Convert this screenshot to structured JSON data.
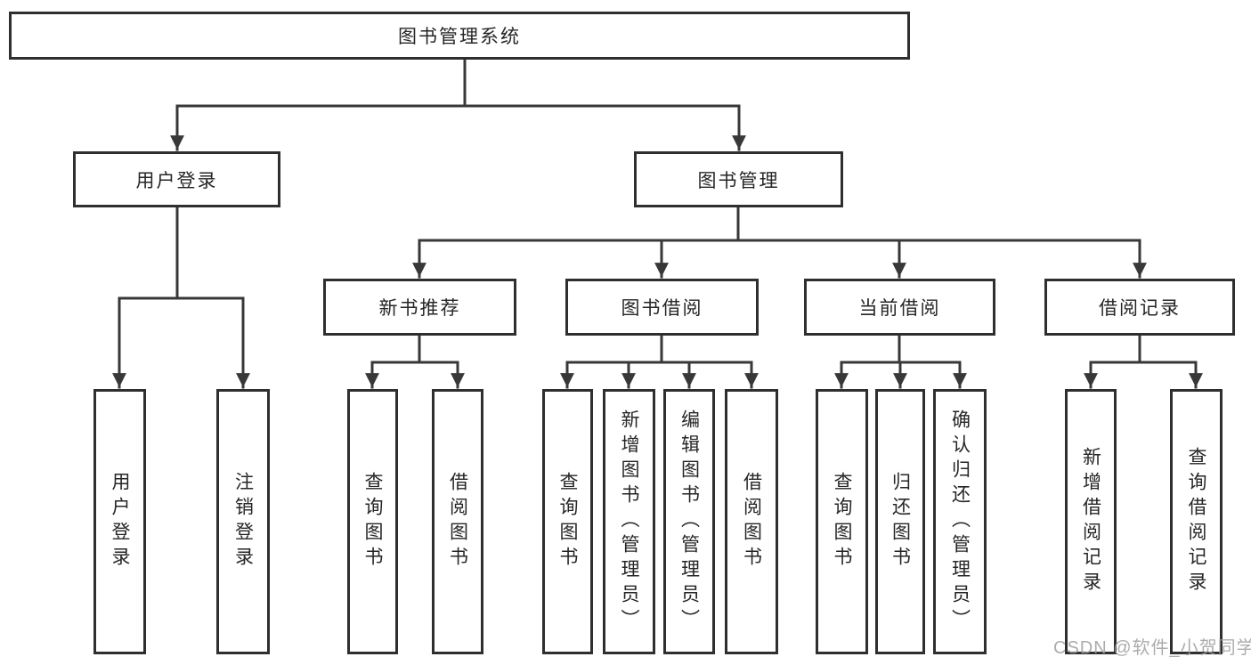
{
  "diagram": {
    "type": "tree",
    "tree": {
      "label": "图书管理系统",
      "children": [
        {
          "label": "用户登录",
          "children": [
            {
              "label": "用户登录"
            },
            {
              "label": "注销登录"
            }
          ]
        },
        {
          "label": "图书管理",
          "children": [
            {
              "label": "新书推荐",
              "children": [
                {
                  "label": "查询图书"
                },
                {
                  "label": "借阅图书"
                }
              ]
            },
            {
              "label": "图书借阅",
              "children": [
                {
                  "label": "查询图书"
                },
                {
                  "label": "新增图书（管理员）"
                },
                {
                  "label": "编辑图书（管理员）"
                },
                {
                  "label": "借阅图书"
                }
              ]
            },
            {
              "label": "当前借阅",
              "children": [
                {
                  "label": "查询图书"
                },
                {
                  "label": "归还图书"
                },
                {
                  "label": "确认归还（管理员）"
                }
              ]
            },
            {
              "label": "借阅记录",
              "children": [
                {
                  "label": "新增借阅记录"
                },
                {
                  "label": "查询借阅记录"
                }
              ]
            }
          ]
        }
      ]
    },
    "colors": {
      "line": "#383838",
      "box_border": "#2f2f2f",
      "text": "#262626",
      "background": "#ffffff",
      "watermark": "#9e9e9e"
    }
  },
  "watermark": {
    "text": "CSDN @软件_小贺同学"
  }
}
